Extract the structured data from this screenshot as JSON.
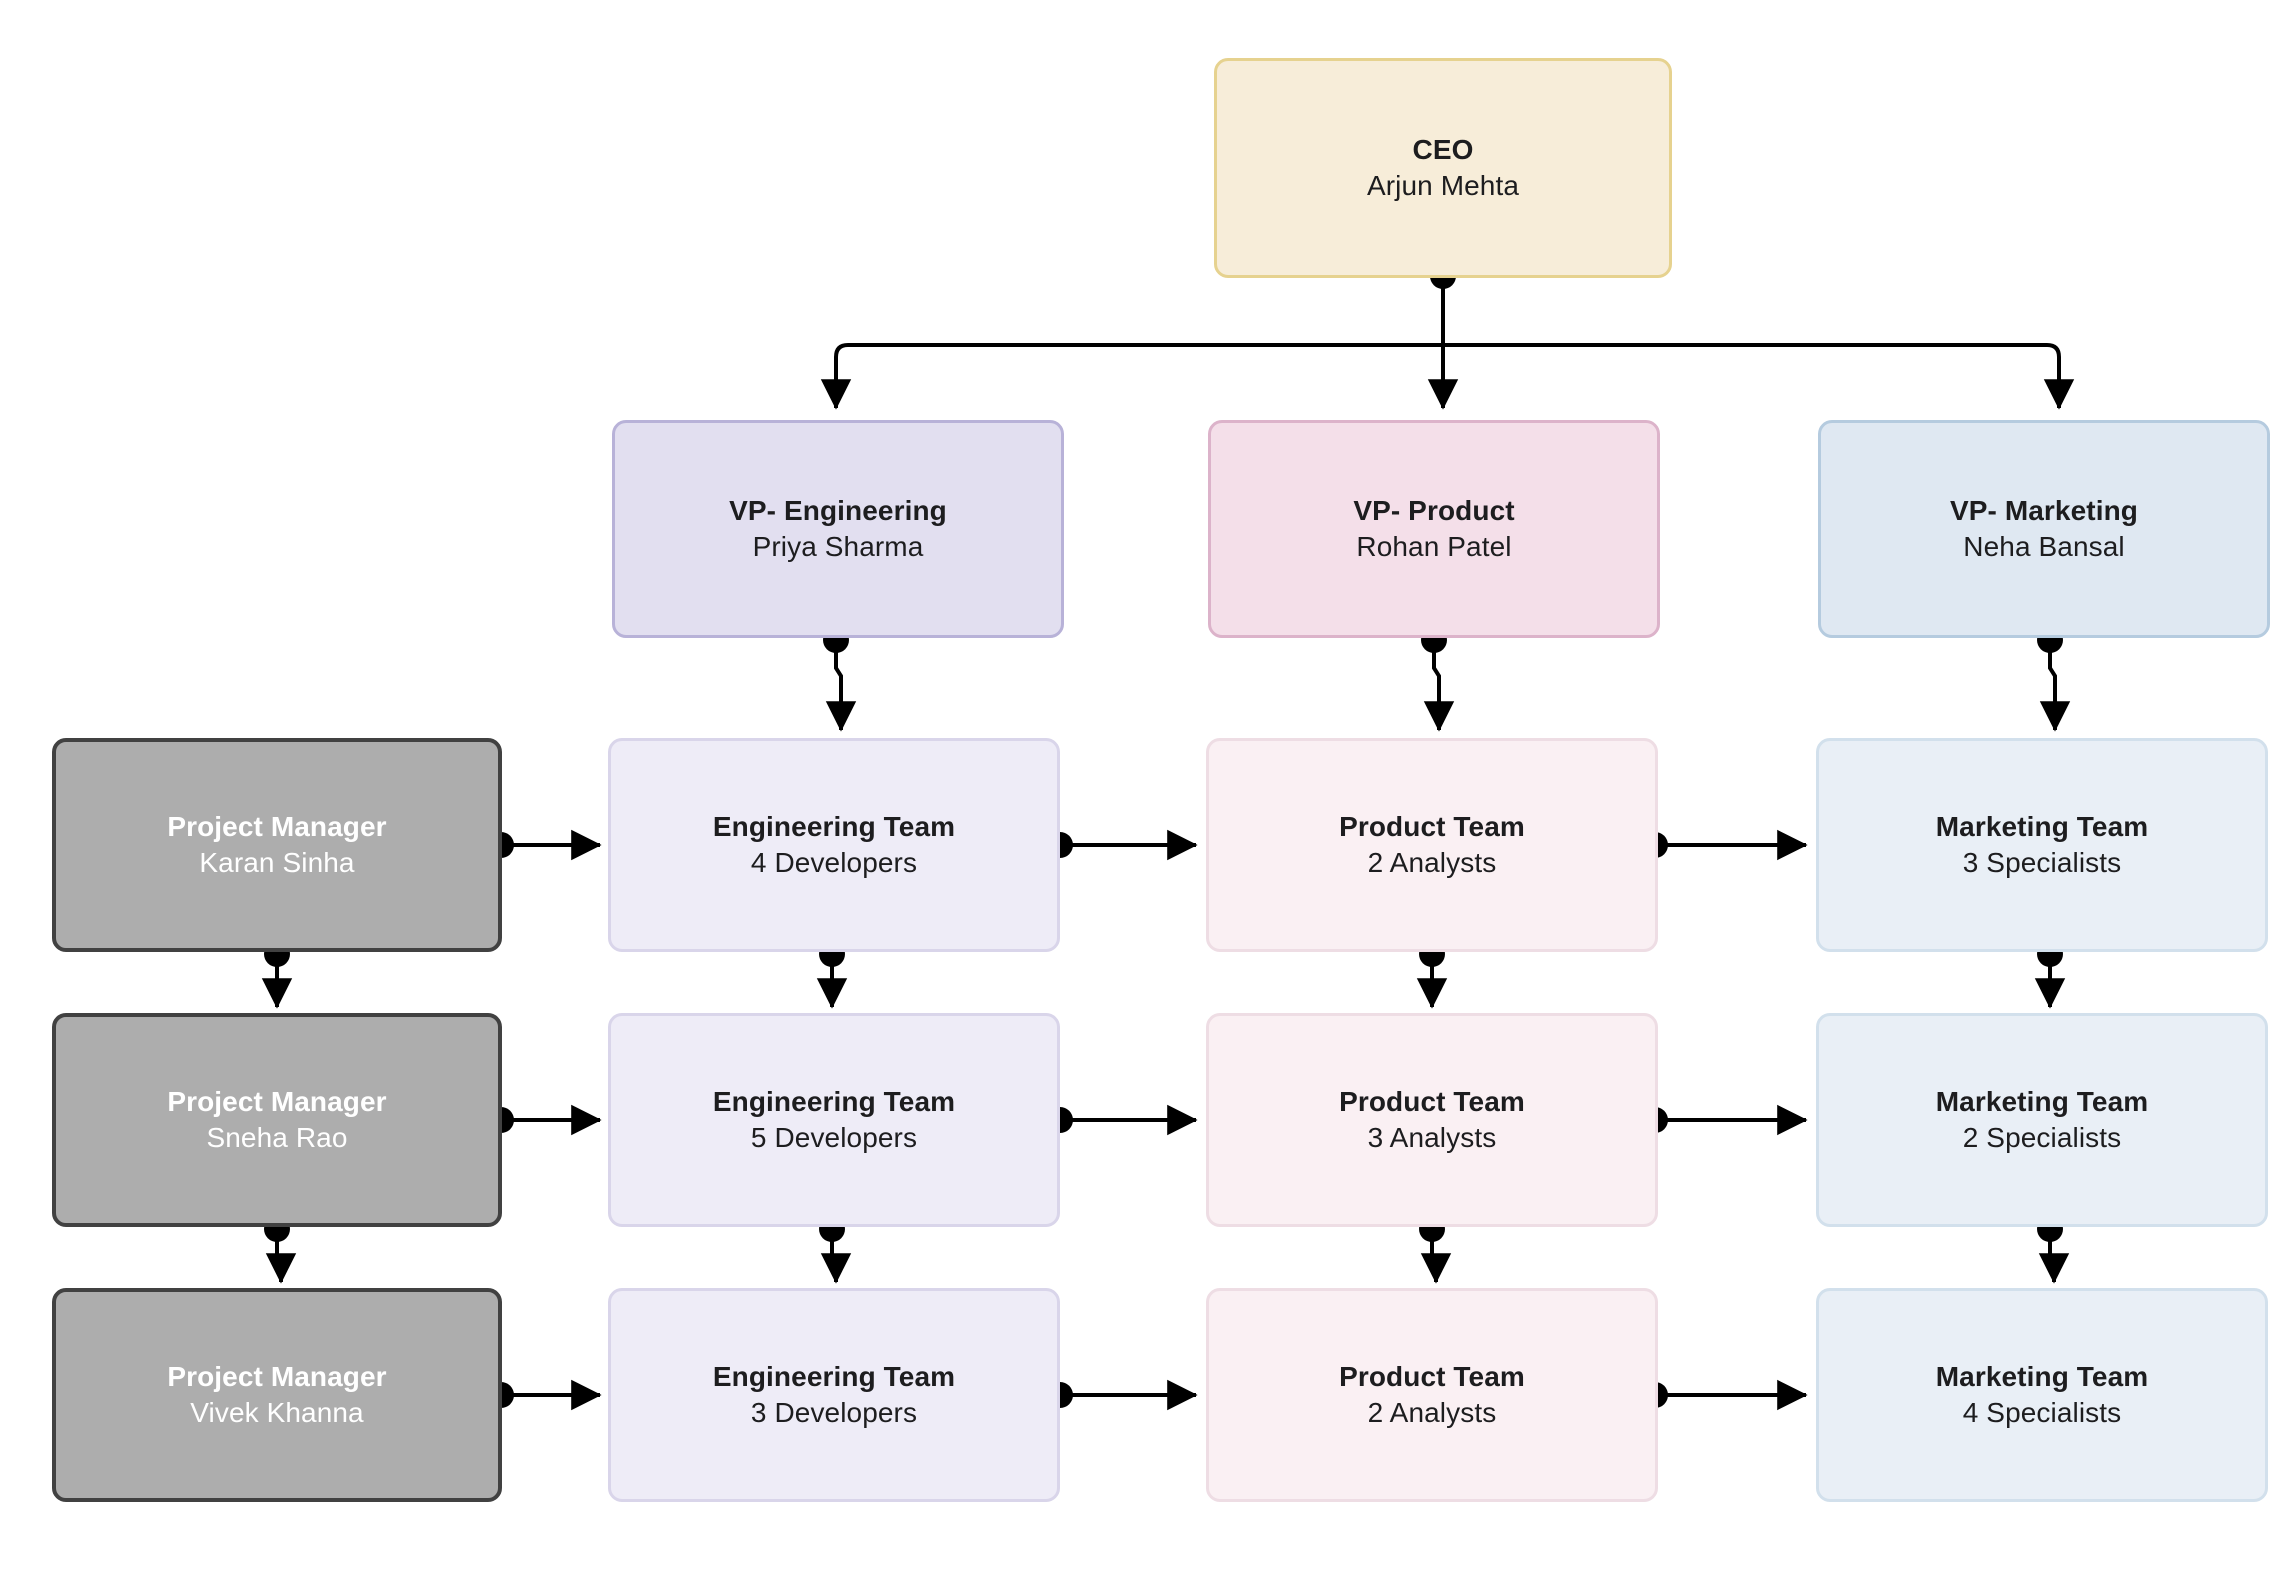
{
  "diagram": {
    "type": "org-chart",
    "background": "#ffffff",
    "palette": {
      "ceo_fill": "#f7edd9",
      "ceo_stroke": "#e6d28f",
      "vp_engineering_fill": "#e2dff0",
      "vp_engineering_stroke": "#b8b2d8",
      "vp_product_fill": "#f4dfe9",
      "vp_product_stroke": "#dcb3ca",
      "vp_marketing_fill": "#dfe8f2",
      "vp_marketing_stroke": "#b5cbdf",
      "engineering_team_fill": "#eeecf7",
      "engineering_team_stroke": "#d9d5ea",
      "product_team_fill": "#faf0f3",
      "product_team_stroke": "#eedde4",
      "marketing_team_fill": "#e9eff6",
      "marketing_team_stroke": "#d2e0ec",
      "project_manager_fill": "#adadad",
      "project_manager_stroke": "#414141",
      "project_manager_text": "#ffffff",
      "edge_color": "#000000",
      "text_color": "#1d1d1f"
    },
    "nodes": {
      "ceo": {
        "title": "CEO",
        "subtitle": "Arjun Mehta"
      },
      "vp_engineering": {
        "title": "VP- Engineering",
        "subtitle": "Priya Sharma"
      },
      "vp_product": {
        "title": "VP- Product",
        "subtitle": "Rohan Patel"
      },
      "vp_marketing": {
        "title": "VP- Marketing",
        "subtitle": "Neha Bansal"
      },
      "pm_1": {
        "title": "Project Manager",
        "subtitle": "Karan Sinha"
      },
      "pm_2": {
        "title": "Project Manager",
        "subtitle": "Sneha Rao"
      },
      "pm_3": {
        "title": "Project Manager",
        "subtitle": "Vivek Khanna"
      },
      "eng_team_1": {
        "title": "Engineering Team",
        "subtitle": "4 Developers"
      },
      "eng_team_2": {
        "title": "Engineering Team",
        "subtitle": "5 Developers"
      },
      "eng_team_3": {
        "title": "Engineering Team",
        "subtitle": "3 Developers"
      },
      "prod_team_1": {
        "title": "Product Team",
        "subtitle": "2 Analysts"
      },
      "prod_team_2": {
        "title": "Product Team",
        "subtitle": "3 Analysts"
      },
      "prod_team_3": {
        "title": "Product Team",
        "subtitle": "2 Analysts"
      },
      "mkt_team_1": {
        "title": "Marketing Team",
        "subtitle": "3 Specialists"
      },
      "mkt_team_2": {
        "title": "Marketing Team",
        "subtitle": "2 Specialists"
      },
      "mkt_team_3": {
        "title": "Marketing Team",
        "subtitle": "4 Specialists"
      }
    },
    "edges": [
      {
        "from": "ceo",
        "to": "vp_engineering",
        "style": "elbow-down"
      },
      {
        "from": "ceo",
        "to": "vp_product",
        "style": "straight-down"
      },
      {
        "from": "ceo",
        "to": "vp_marketing",
        "style": "elbow-down"
      },
      {
        "from": "vp_engineering",
        "to": "eng_team_1",
        "style": "straight-down"
      },
      {
        "from": "vp_product",
        "to": "prod_team_1",
        "style": "straight-down"
      },
      {
        "from": "vp_marketing",
        "to": "mkt_team_1",
        "style": "straight-down"
      },
      {
        "from": "pm_1",
        "to": "eng_team_1",
        "style": "straight-right"
      },
      {
        "from": "pm_2",
        "to": "eng_team_2",
        "style": "straight-right"
      },
      {
        "from": "pm_3",
        "to": "eng_team_3",
        "style": "straight-right"
      },
      {
        "from": "eng_team_1",
        "to": "prod_team_1",
        "style": "straight-right"
      },
      {
        "from": "eng_team_2",
        "to": "prod_team_2",
        "style": "straight-right"
      },
      {
        "from": "eng_team_3",
        "to": "prod_team_3",
        "style": "straight-right"
      },
      {
        "from": "prod_team_1",
        "to": "mkt_team_1",
        "style": "straight-right"
      },
      {
        "from": "prod_team_2",
        "to": "mkt_team_2",
        "style": "straight-right"
      },
      {
        "from": "prod_team_3",
        "to": "mkt_team_3",
        "style": "straight-right"
      },
      {
        "from": "pm_1",
        "to": "pm_2",
        "style": "straight-down"
      },
      {
        "from": "pm_2",
        "to": "pm_3",
        "style": "straight-down"
      },
      {
        "from": "eng_team_1",
        "to": "eng_team_2",
        "style": "straight-down"
      },
      {
        "from": "eng_team_2",
        "to": "eng_team_3",
        "style": "straight-down"
      },
      {
        "from": "prod_team_1",
        "to": "prod_team_2",
        "style": "straight-down"
      },
      {
        "from": "prod_team_2",
        "to": "prod_team_3",
        "style": "straight-down"
      },
      {
        "from": "mkt_team_1",
        "to": "mkt_team_2",
        "style": "straight-down"
      },
      {
        "from": "mkt_team_2",
        "to": "mkt_team_3",
        "style": "straight-down"
      }
    ]
  }
}
